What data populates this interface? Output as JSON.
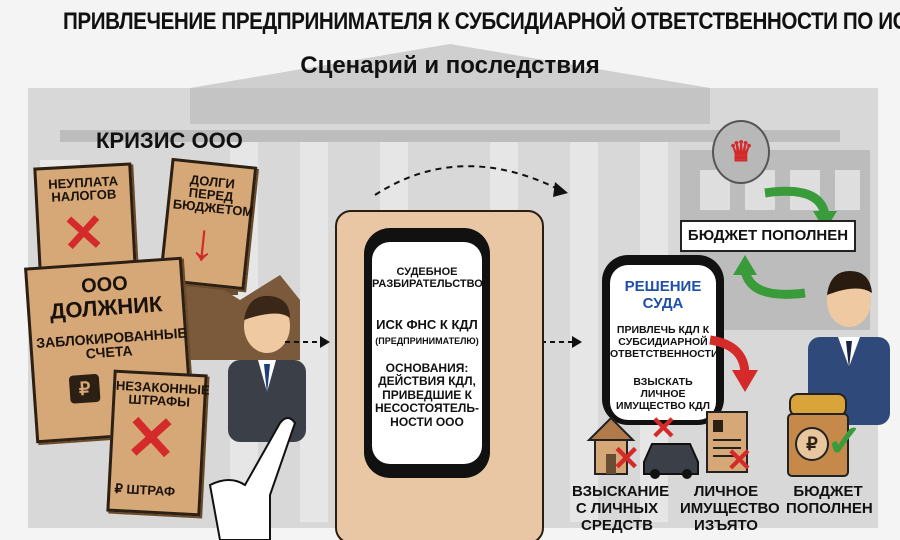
{
  "title": "ПРИВЛЕЧЕНИЕ ПРЕДПРИНИМАТЕЛЯ К СУБСИДИАРНОЙ ОТВЕТСТВЕННОСТИ ПО ИСКУ ФНС",
  "subtitle": "Сценарий и последствия",
  "crisis": {
    "heading": "КРИЗИС ООО",
    "doc_unpaid": "НЕУПЛАТА НАЛОГОВ",
    "doc_debts": "ДОЛГИ ПЕРЕД БЮДЖЕТОМ",
    "doc_debtor_1": "ООО",
    "doc_debtor_2": "ДОЛЖНИК",
    "doc_accounts": "ЗАБЛОКИРОВАННЫЕ СЧЕТА",
    "doc_fines": "НЕЗАКОННЫЕ ШТРАФЫ",
    "fine_label": "ШТРАФ"
  },
  "phone_left": {
    "line1": "СУДЕБНОЕ РАЗБИРАТЕЛЬСТВО",
    "line2": "ИСК ФНС К КДЛ",
    "line3": "(ПРЕДПРИНИМАТЕЛЮ)",
    "line4": "ОСНОВАНИЯ: ДЕЙСТВИЯ КДЛ, ПРИВЕДШИЕ К НЕСОСТОЯТЕЛЬ-НОСТИ ООО"
  },
  "phone_right": {
    "heading": "РЕШЕНИЕ СУДА",
    "line1": "ПРИВЛЕЧЬ КДЛ К СУБСИДИАРНОЙ ОТВЕТСТВЕННОСТИ",
    "line2": "ВЗЫСКАТЬ ЛИЧНОЕ ИМУЩЕСТВО КДЛ"
  },
  "budget_banner": "БЮДЖЕТ ПОПОЛНЕН",
  "outcomes": {
    "recovery": "ВЗЫСКАНИЕ С ЛИЧНЫХ СРЕДСТВ",
    "property": "ЛИЧНОЕ ИМУЩЕСТВО ИЗЪЯТО",
    "budget": "БЮДЖЕТ ПОПОЛНЕН"
  },
  "icons": [
    "coat-of-arms-icon",
    "ruble-lock-icon",
    "house-icon",
    "car-icon",
    "document-icon",
    "treasure-chest-icon",
    "cross-icon",
    "check-icon",
    "arrow-icon"
  ],
  "colors": {
    "paper": "#d6a877",
    "cross": "#d42a2a",
    "check": "#3a9b3a",
    "heading_blue": "#1f4fa8",
    "building": "#c9c9c9"
  }
}
